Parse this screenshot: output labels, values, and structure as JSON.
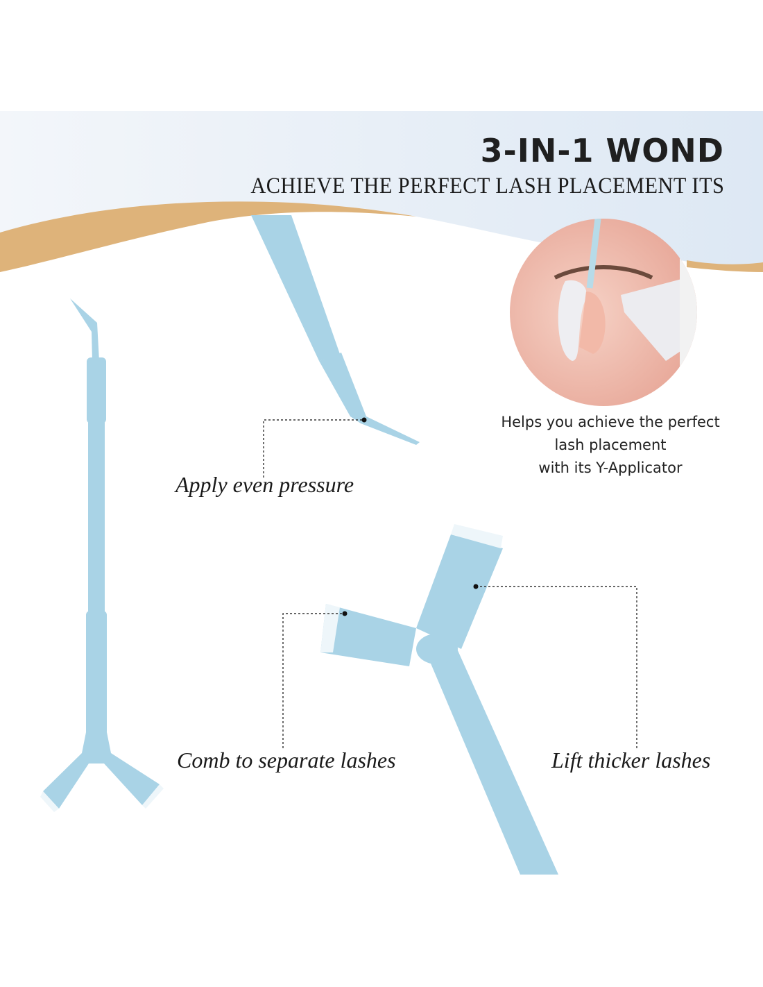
{
  "header": {
    "title": "3-IN-1 WOND",
    "subtitle": "ACHIEVE THE PERFECT LASH PLACEMENT ITS"
  },
  "photo": {
    "caption_lines": [
      "Helps you achieve the perfect",
      "lash placement",
      "with its Y-Applicator"
    ]
  },
  "callouts": {
    "apply": "Apply even pressure",
    "comb": "Comb to separate lashes",
    "lift": "Lift thicker lashes"
  },
  "colors": {
    "banner": "#e6eef7",
    "gold": "#deb37a",
    "wand": "#a9d3e6",
    "text": "#1f1f1f"
  }
}
